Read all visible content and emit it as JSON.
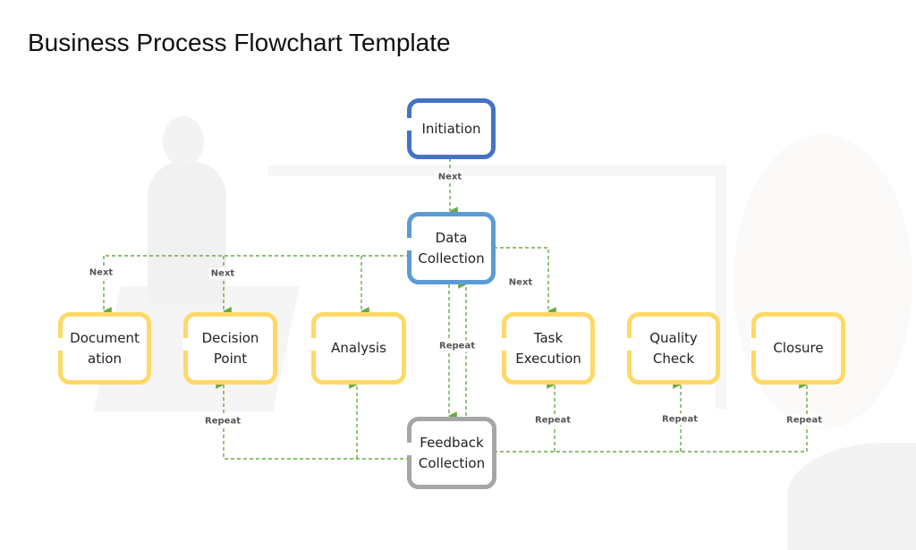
{
  "title": "Business Process Flowchart Template",
  "colors": {
    "connector": "#6aaa43",
    "initiation_border": "#4472c4",
    "data_collection_border": "#5b9bd5",
    "step_border": "#ffd966",
    "feedback_border": "#a6a6a6"
  },
  "nodes": {
    "initiation": "Initiation",
    "data_collection": "Data\nCollection",
    "documentation": "Document\nation",
    "decision_point": "Decision\nPoint",
    "analysis": "Analysis",
    "task_execution": "Task\nExecution",
    "quality_check": "Quality\nCheck",
    "closure": "Closure",
    "feedback_collection": "Feedback\nCollection"
  },
  "labels": {
    "initiation_to_data": "Next",
    "data_to_documentation": "Next",
    "data_to_decision": "Next",
    "data_to_task": "Next",
    "data_feedback": "Repeat",
    "feedback_to_decision": "Repeat",
    "feedback_to_task": "Repeat",
    "feedback_to_quality": "Repeat",
    "feedback_to_closure": "Repeat"
  }
}
